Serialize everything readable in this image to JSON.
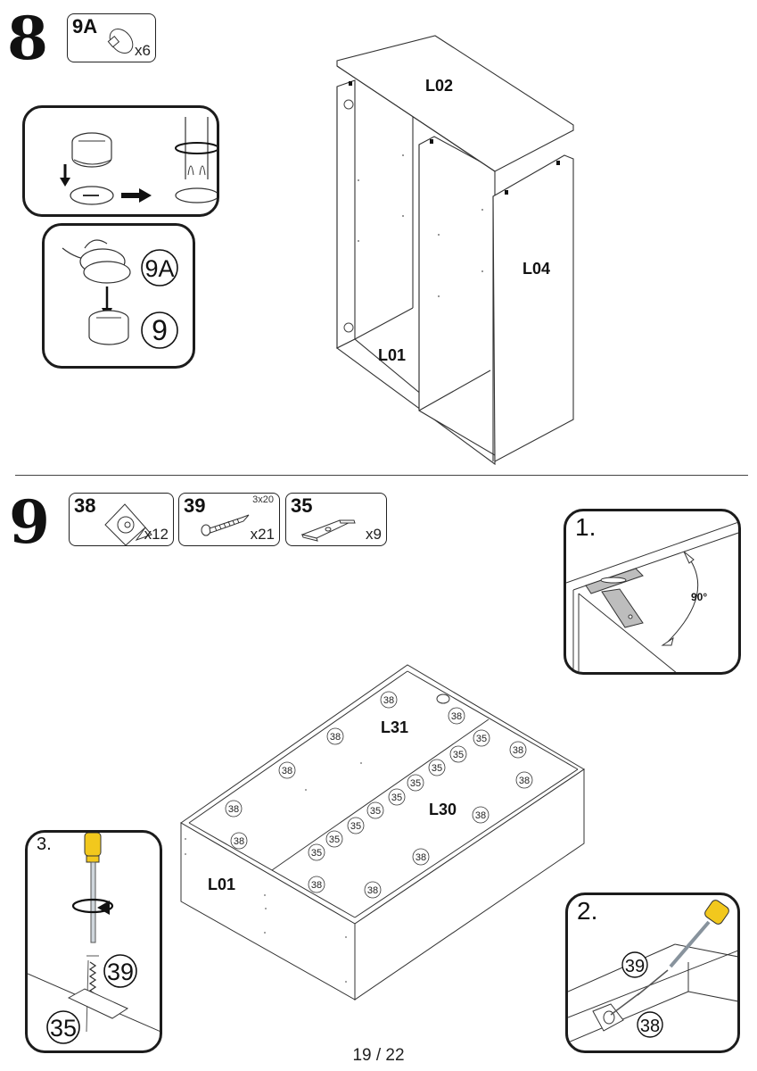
{
  "page": {
    "number_label": "19 / 22"
  },
  "step8": {
    "number": "8",
    "parts": [
      {
        "id": "9A",
        "quantity": "x6",
        "icon": "cam-lock-cover-icon"
      }
    ],
    "details": {
      "cam_lock_insert": {
        "icon": "cam-lock-rotate-icon"
      },
      "cover_press": {
        "callouts": [
          "9A",
          "9"
        ]
      }
    },
    "panels": {
      "top": "L02",
      "bottom_side": "L01",
      "side": "L04"
    }
  },
  "step9": {
    "number": "9",
    "parts": [
      {
        "id": "38",
        "quantity": "x12",
        "icon": "corner-block-icon"
      },
      {
        "id": "39",
        "quantity": "x21",
        "size": "3x20",
        "icon": "screw-icon"
      },
      {
        "id": "35",
        "quantity": "x9",
        "icon": "bracket-plate-icon"
      }
    ],
    "details": {
      "detail1": {
        "label": "1.",
        "angle": "90°"
      },
      "detail2": {
        "label": "2.",
        "callouts": [
          "39",
          "38"
        ]
      },
      "detail3": {
        "label": "3.",
        "callouts": [
          "39",
          "35"
        ]
      }
    },
    "panels": {
      "back_upper": "L31",
      "back_lower": "L30",
      "side": "L01"
    },
    "callouts_38": [
      "38",
      "38",
      "38",
      "38",
      "38",
      "38",
      "38",
      "38",
      "38",
      "38",
      "38",
      "38"
    ],
    "callouts_35": [
      "35",
      "35",
      "35",
      "35",
      "35",
      "35",
      "35",
      "35",
      "35"
    ]
  }
}
